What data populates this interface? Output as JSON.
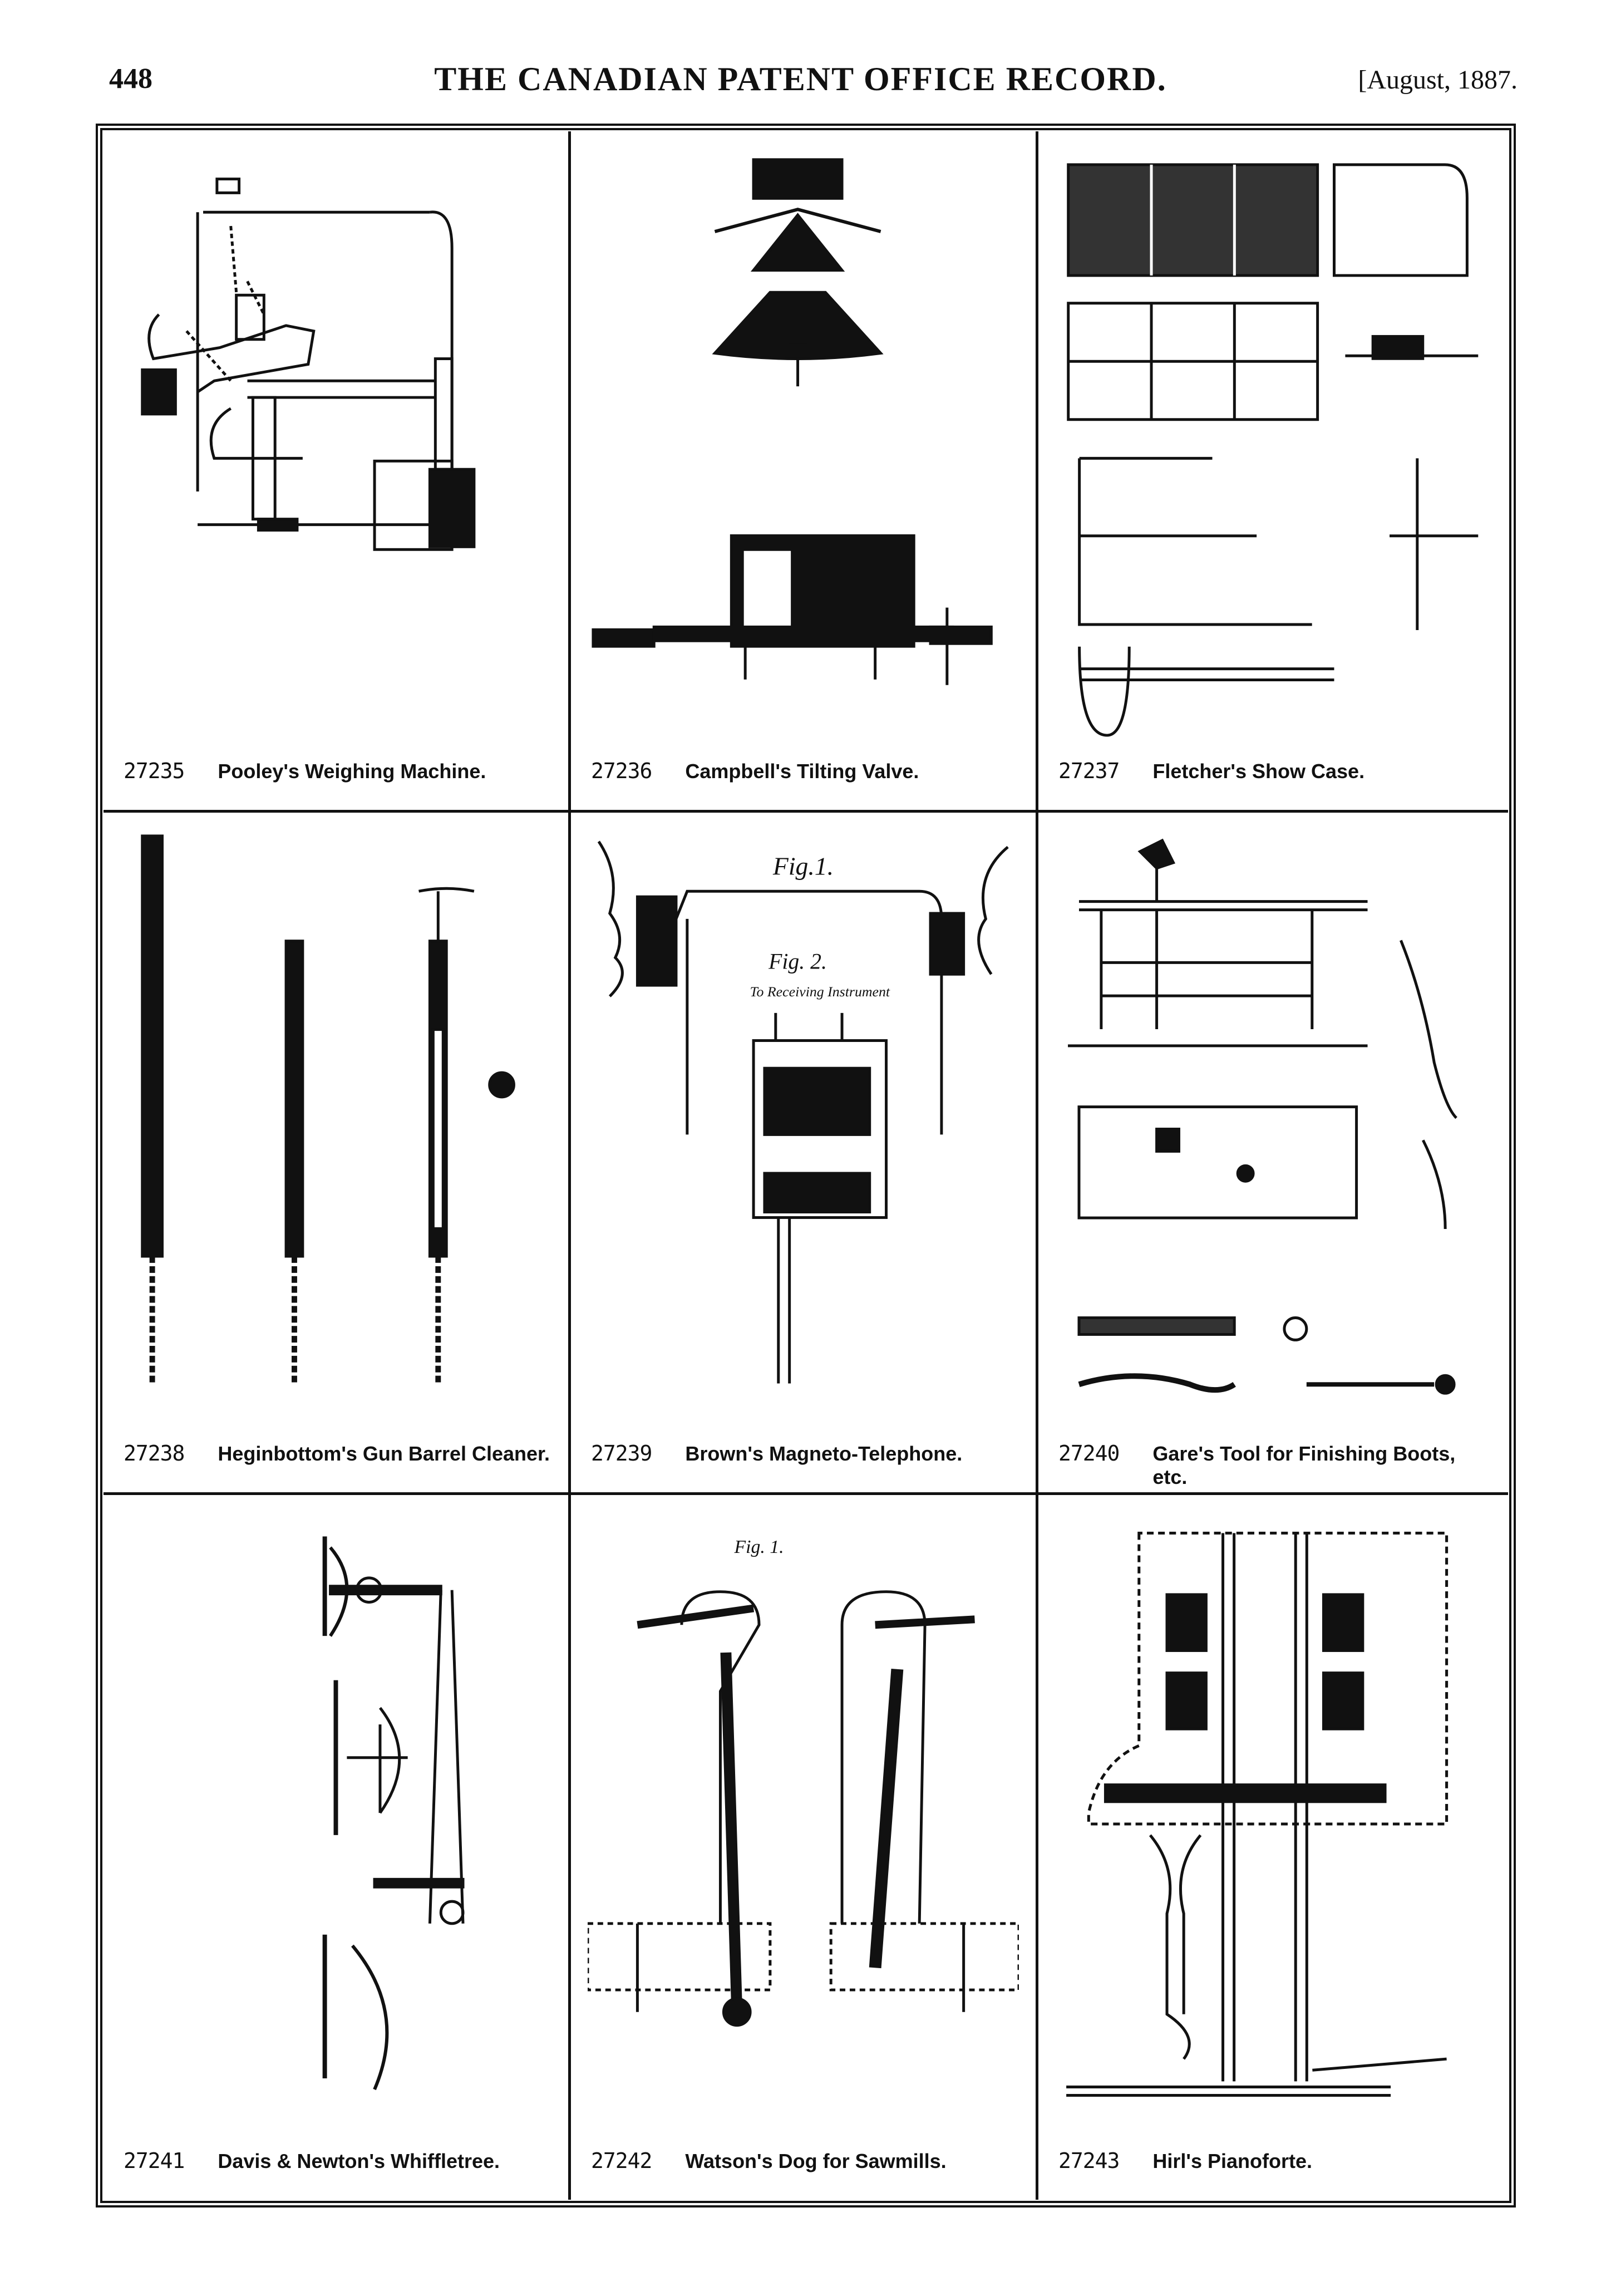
{
  "header": {
    "page_number": "448",
    "title": "THE CANADIAN PATENT OFFICE RECORD.",
    "date": "[August, 1887."
  },
  "patents": [
    {
      "number": "27235",
      "title": "Pooley's Weighing Machine."
    },
    {
      "number": "27236",
      "title": "Campbell's Tilting Valve."
    },
    {
      "number": "27237",
      "title": "Fletcher's Show Case."
    },
    {
      "number": "27238",
      "title": "Heginbottom's Gun Barrel Cleaner."
    },
    {
      "number": "27239",
      "title": "Brown's Magneto-Telephone."
    },
    {
      "number": "27240",
      "title": "Gare's Tool for Finishing Boots, etc."
    },
    {
      "number": "27241",
      "title": "Davis & Newton's Whiffletree."
    },
    {
      "number": "27242",
      "title": "Watson's Dog for Sawmills."
    },
    {
      "number": "27243",
      "title": "Hirl's Pianoforte."
    }
  ],
  "figure_labels": {
    "telephone_fig1": "Fig.1.",
    "telephone_fig2": "Fig. 2.",
    "telephone_instrument": "To Receiving Instrument",
    "sawmill_fig": "Fig. 1."
  }
}
